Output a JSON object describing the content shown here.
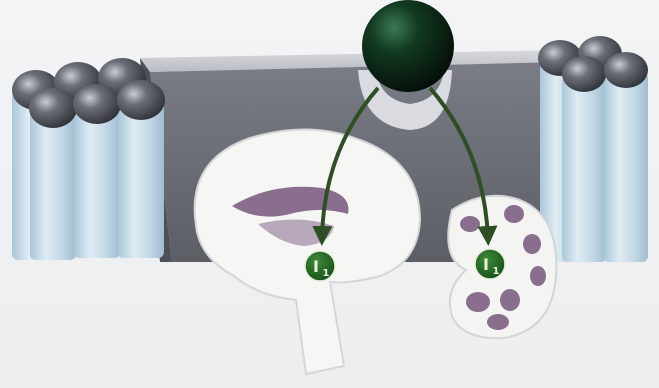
{
  "diagram": {
    "receptor_badges": [
      {
        "label": "I",
        "subscript": "1"
      },
      {
        "label": "I",
        "subscript": "1"
      }
    ]
  },
  "colors": {
    "background": "#f4f5f6",
    "membrane_bar": "#c9ccd3",
    "membrane_shadow": "#5e6066",
    "cylinder_body": "#c7dbe8",
    "cylinder_cap": "#4b4e54",
    "ligand_ball": "#0c2a18",
    "arrow_green": "#2e4f25",
    "badge_green": "#1f6a24",
    "badge_text": "#e9f2d9",
    "organ_white": "#f5f5f3",
    "organ_purple": "#8a6e8e"
  },
  "icons": {
    "ligand": "sphere-icon",
    "brain": "brain-sagittal-icon",
    "kidney": "kidney-section-icon"
  }
}
